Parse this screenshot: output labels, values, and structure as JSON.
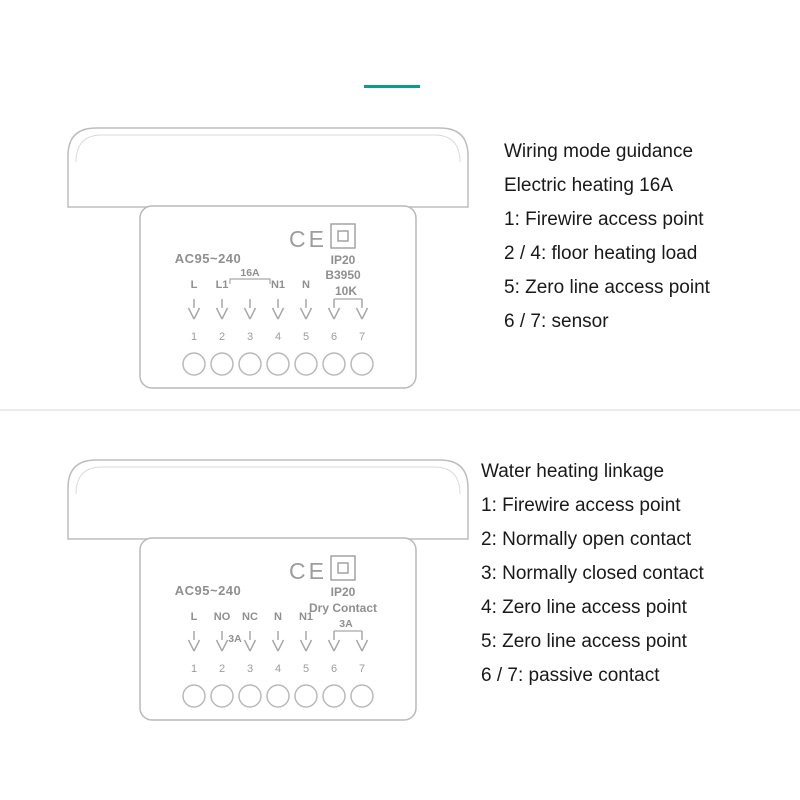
{
  "accent_color": "#0d9a8f",
  "top": {
    "info": {
      "heading1": "Wiring mode guidance",
      "heading2": "Electric heating 16A",
      "line1": "1: Firewire access point",
      "line2": "2 / 4: floor heating load",
      "line3": "5: Zero line access point",
      "line4": "6 / 7: sensor"
    },
    "device": {
      "voltage": "AC95~240",
      "ce_mark": "CE",
      "ip_rating": "IP20",
      "sensor_model": "B3950",
      "sensor_value": "10K",
      "load_rating": "16A",
      "labels": {
        "t1": "L",
        "t2": "L1",
        "t4": "N1",
        "t5": "N"
      },
      "numbers": [
        "1",
        "2",
        "3",
        "4",
        "5",
        "6",
        "7"
      ]
    }
  },
  "bottom": {
    "info": {
      "heading1": "Water heating linkage",
      "line1": "1: Firewire access point",
      "line2": "2: Normally open contact",
      "line3": "3: Normally closed contact",
      "line4": "4: Zero line access point",
      "line5": "5: Zero line access point",
      "line6": "6 / 7: passive contact"
    },
    "device": {
      "voltage": "AC95~240",
      "ce_mark": "CE",
      "ip_rating": "IP20",
      "dry_contact": "Dry Contact",
      "contact_rating_mid": "3A",
      "contact_rating_right": "3A",
      "labels": {
        "t1": "L",
        "t2": "NO",
        "t3": "NC",
        "t4": "N",
        "t5": "N1"
      },
      "numbers": [
        "1",
        "2",
        "3",
        "4",
        "5",
        "6",
        "7"
      ]
    }
  }
}
